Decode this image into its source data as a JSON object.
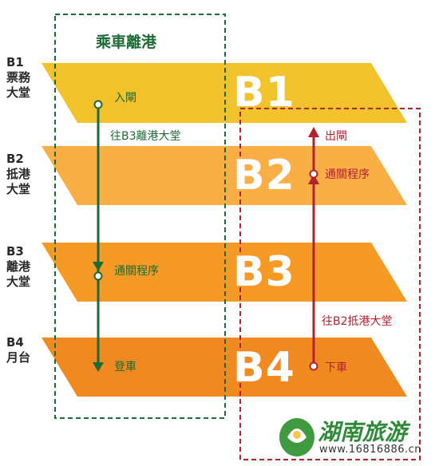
{
  "diagram": {
    "title": "乘車離港",
    "floors": [
      {
        "code": "B1",
        "name_lines": [
          "B1",
          "票務",
          "大堂"
        ],
        "big": "B1",
        "color": "#f1c22b"
      },
      {
        "code": "B2",
        "name_lines": [
          "B2",
          "抵港",
          "大堂"
        ],
        "big": "B2",
        "color": "#f9ae46"
      },
      {
        "code": "B3",
        "name_lines": [
          "B3",
          "離港",
          "大堂"
        ],
        "big": "B3",
        "color": "#f59a25"
      },
      {
        "code": "B4",
        "name_lines": [
          "B4",
          "月台"
        ],
        "big": "B4",
        "color": "#f08a20"
      }
    ],
    "departure": {
      "color": "#1d6a34",
      "enter_gate": "入閘",
      "to_departure_hall": "往B3離港大堂",
      "immigration": "通關程序",
      "board": "登車"
    },
    "arrival": {
      "color": "#b3202e",
      "exit_gate": "出閘",
      "immigration": "通關程序",
      "to_arrival_hall": "往B2抵港大堂",
      "alight": "下車"
    },
    "watermark": {
      "text": "湖南旅游",
      "url": "www.16816886.cn"
    }
  }
}
